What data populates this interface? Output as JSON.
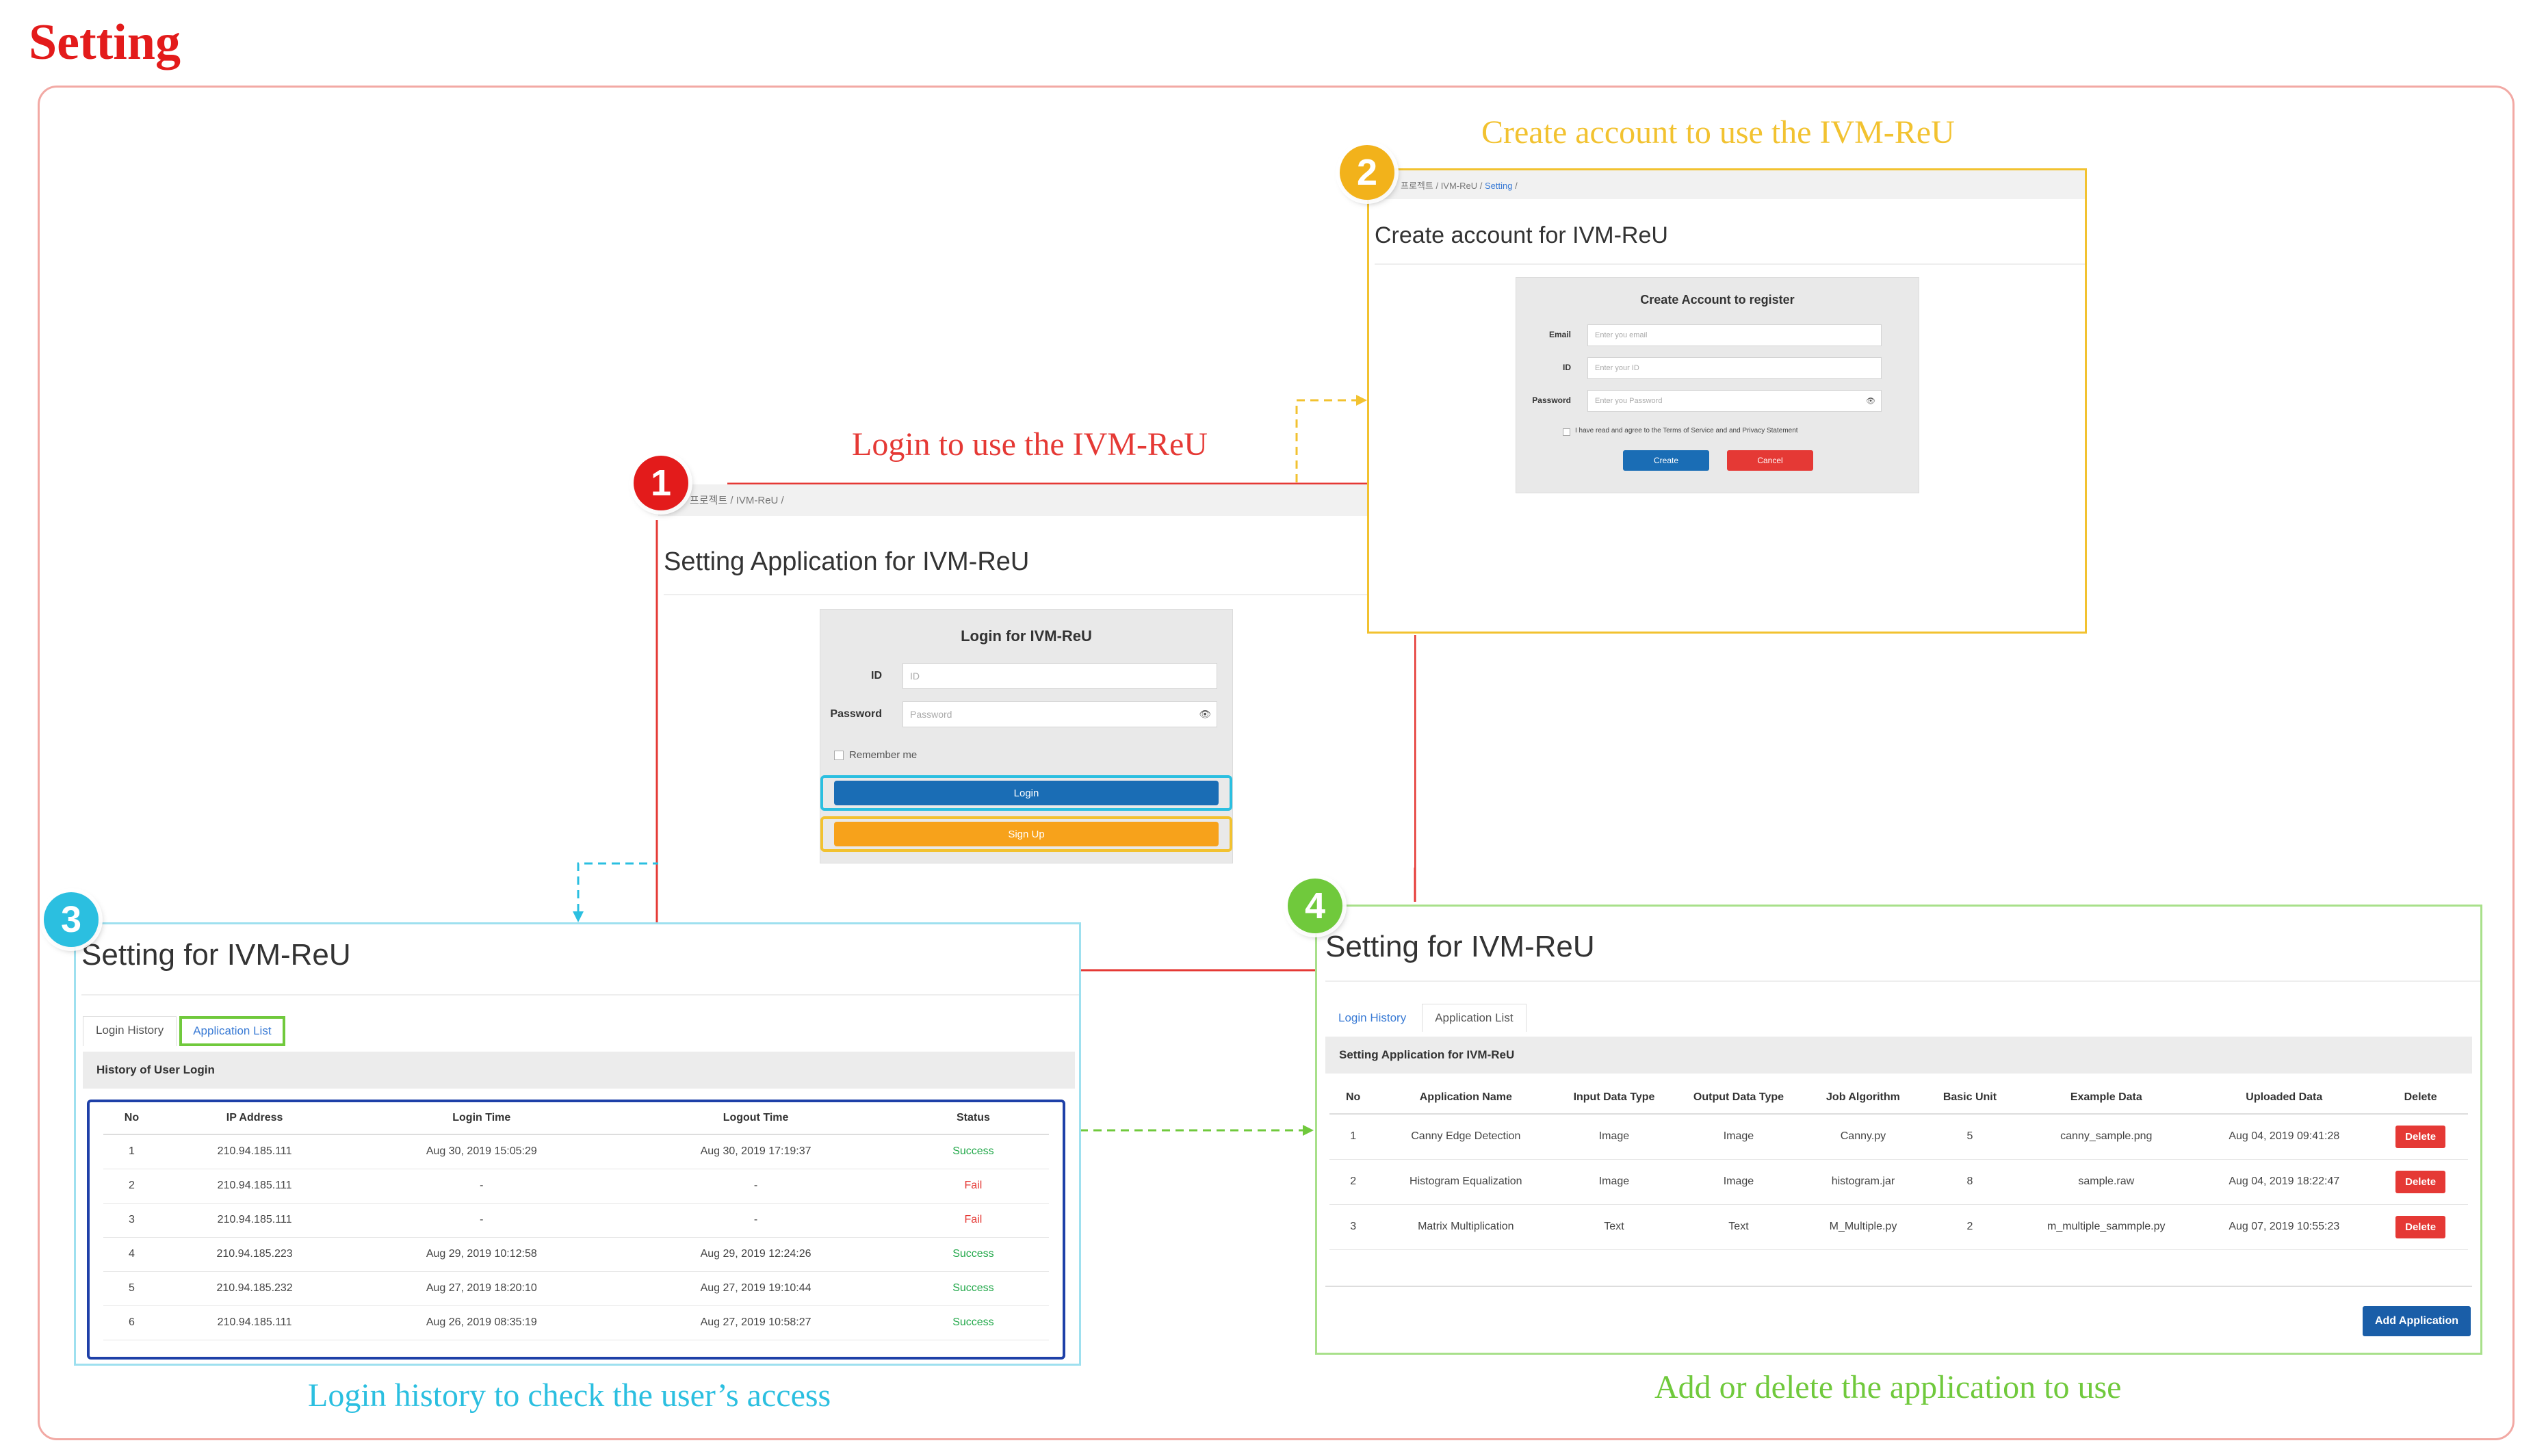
{
  "figure": {
    "title": "Setting",
    "colors": {
      "red": "#e53935",
      "yellow": "#f2c230",
      "cyan": "#2bbfe0",
      "green": "#70c93c",
      "blue": "#1e40a8",
      "primary": "#1a6db5",
      "orange": "#f7a21b"
    }
  },
  "steps": [
    {
      "number": "1",
      "caption": "Login to use the IVM-ReU",
      "color": "#e53935"
    },
    {
      "number": "2",
      "caption": "Create account to use the IVM-ReU",
      "color": "#f2c230"
    },
    {
      "number": "3",
      "caption": "Login history to check the user’s access",
      "color": "#2bbfe0"
    },
    {
      "number": "4",
      "caption": "Add or delete the application to use",
      "color": "#70c93c"
    }
  ],
  "login_panel": {
    "breadcrumb": [
      "프로젝트",
      "IVM-ReU"
    ],
    "title": "Setting Application for IVM-ReU",
    "form_title": "Login for IVM-ReU",
    "id_label": "ID",
    "id_placeholder": "ID",
    "password_label": "Password",
    "password_placeholder": "Password",
    "remember": "Remember me",
    "login_button": "Login",
    "signup_button": "Sign Up"
  },
  "create_panel": {
    "breadcrumb": [
      "프로젝트",
      "IVM-ReU",
      "Setting"
    ],
    "title": "Create account for IVM-ReU",
    "form_title": "Create Account to register",
    "email_label": "Email",
    "email_placeholder": "Enter you email",
    "id_label": "ID",
    "id_placeholder": "Enter your ID",
    "password_label": "Password",
    "password_placeholder": "Enter you Password",
    "terms": "I have read and agree to the Terms of Service and and Privacy Statement",
    "create_button": "Create",
    "cancel_button": "Cancel"
  },
  "history_panel": {
    "title": "Setting for IVM-ReU",
    "tabs": [
      "Login History",
      "Application List"
    ],
    "subheader": "History of User Login",
    "columns": [
      "No",
      "IP Address",
      "Login Time",
      "Logout Time",
      "Status"
    ],
    "rows": [
      [
        "1",
        "210.94.185.111",
        "Aug 30, 2019 15:05:29",
        "Aug 30, 2019 17:19:37",
        "Success"
      ],
      [
        "2",
        "210.94.185.111",
        "-",
        "-",
        "Fail"
      ],
      [
        "3",
        "210.94.185.111",
        "-",
        "-",
        "Fail"
      ],
      [
        "4",
        "210.94.185.223",
        "Aug 29, 2019 10:12:58",
        "Aug 29, 2019 12:24:26",
        "Success"
      ],
      [
        "5",
        "210.94.185.232",
        "Aug 27, 2019 18:20:10",
        "Aug 27, 2019 19:10:44",
        "Success"
      ],
      [
        "6",
        "210.94.185.111",
        "Aug 26, 2019 08:35:19",
        "Aug 27, 2019 10:58:27",
        "Success"
      ]
    ]
  },
  "app_panel": {
    "title": "Setting for IVM-ReU",
    "tabs": [
      "Login History",
      "Application List"
    ],
    "subheader": "Setting Application for IVM-ReU",
    "columns": [
      "No",
      "Application Name",
      "Input Data Type",
      "Output Data Type",
      "Job Algorithm",
      "Basic Unit",
      "Example Data",
      "Uploaded Data",
      "Delete"
    ],
    "rows": [
      [
        "1",
        "Canny Edge Detection",
        "Image",
        "Image",
        "Canny.py",
        "5",
        "canny_sample.png",
        "Aug 04, 2019 09:41:28"
      ],
      [
        "2",
        "Histogram Equalization",
        "Image",
        "Image",
        "histogram.jar",
        "8",
        "sample.raw",
        "Aug 04, 2019 18:22:47"
      ],
      [
        "3",
        "Matrix Multiplication",
        "Text",
        "Text",
        "M_Multiple.py",
        "2",
        "m_multiple_sammple.py",
        "Aug 07, 2019 10:55:23"
      ]
    ],
    "delete_label": "Delete",
    "add_button": "Add Application"
  }
}
